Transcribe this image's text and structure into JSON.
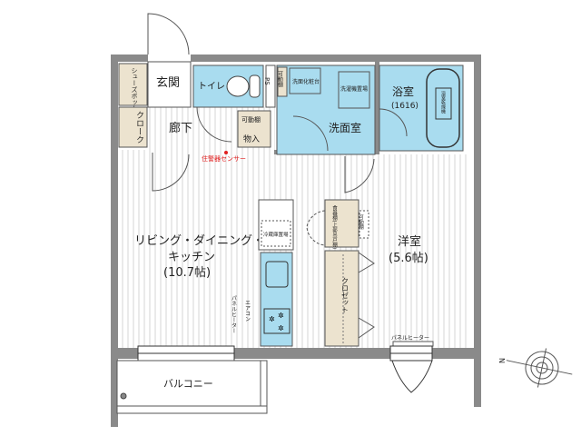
{
  "colors": {
    "wall": "#8a8a8a",
    "wet": "#a9dcef",
    "storage": "#ece3cf",
    "floor": "#ffffff",
    "stripe": "#d8d8d8",
    "sensor": "#e02020"
  },
  "rooms": {
    "entrance": "玄関",
    "shoe_box": "シューズボックス",
    "cloak": "クローク",
    "hallway": "廊下",
    "toilet": "トイレ",
    "ps": "PS",
    "shelf_top": "可動棚",
    "vanity": "洗面化粧台",
    "washer": "洗濯機置場",
    "washroom": "洗面室",
    "bath": "浴室",
    "bath_size": "(1616)",
    "bath_dryer": "浴室乾燥機",
    "storage_shelf": "可動棚",
    "storage": "物入",
    "sensor": "住警器センサー",
    "ldk_line1": "リビング・ダイニング・",
    "ldk_line2": "キッチン",
    "ldk_size": "(10.7帖)",
    "fridge": "冷蔵庫置場",
    "cupboard": "食器棚(上部吊戸棚)",
    "shelf_bedroom": "可動棚",
    "bedroom": "洋室",
    "bedroom_size": "(5.6帖)",
    "closet": "クロゼット",
    "aircon": "エアコン",
    "panel_heater_ldk": "パネルヒーター",
    "panel_heater_bed": "パネルヒーター",
    "balcony": "バルコニー",
    "north": "N"
  }
}
